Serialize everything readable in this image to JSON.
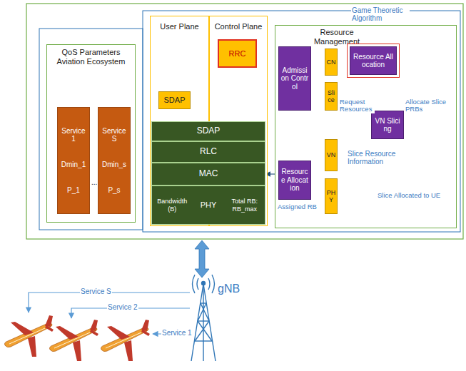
{
  "diagram": {
    "nodes": [
      {
        "text": [
          "QoS Parameters Aviation Ecosystem"
        ]
      },
      {
        "text": [
          "Service 1",
          "Dmin_1",
          "P_1"
        ],
        "in": 0
      },
      {
        "text": [
          "Service S",
          "Dmin_s",
          "P_s"
        ],
        "in": 0
      },
      {
        "text": [
          "User Plane"
        ]
      },
      {
        "text": [
          "Control Plane"
        ]
      },
      {
        "text": [
          "SDAP"
        ],
        "in": 3
      },
      {
        "text": [
          "RRC"
        ],
        "in": 4
      },
      {
        "text": [
          "SDAP"
        ]
      },
      {
        "text": [
          "RLC"
        ]
      },
      {
        "text": [
          "MAC"
        ]
      },
      {
        "text": [
          "Bandwidth (B)",
          "PHY",
          "Total RB: RB_max"
        ]
      },
      {
        "text": [
          "Resource Management"
        ]
      },
      {
        "text": [
          "Admission Control"
        ],
        "in": 11
      },
      {
        "text": [
          "Resource Allocation"
        ],
        "in": 11
      },
      {
        "text": [
          "CN"
        ],
        "in": 11
      },
      {
        "text": [
          "Slice"
        ],
        "in": 11
      },
      {
        "text": [
          "VN"
        ],
        "in": 11
      },
      {
        "text": [
          "PHY"
        ],
        "in": 11
      },
      {
        "text": [
          "Resource Allocation"
        ],
        "in": 11
      },
      {
        "text": [
          "VN Slicing"
        ],
        "in": 11
      }
    ],
    "edges": [
      {
        "from": 12,
        "to": 13,
        "arrow": "to"
      },
      {
        "from": 13,
        "to": 9,
        "label": "Assigned RB",
        "arrow": "to"
      },
      {
        "from": 14,
        "to": 19,
        "label": "Request Resources",
        "arrow": "to"
      },
      {
        "from": 18,
        "to": 19,
        "label": "Allocate Slice PRBs",
        "arrow": "to"
      },
      {
        "from": 18,
        "to": 17,
        "label": "Slice Allocated to UE",
        "arrow": "to"
      }
    ],
    "labels": [
      "...",
      "Game Theoretic Algorithm",
      "Slice Resource Information",
      "gNB",
      "Service S",
      "Service 2",
      "Service 1"
    ]
  }
}
